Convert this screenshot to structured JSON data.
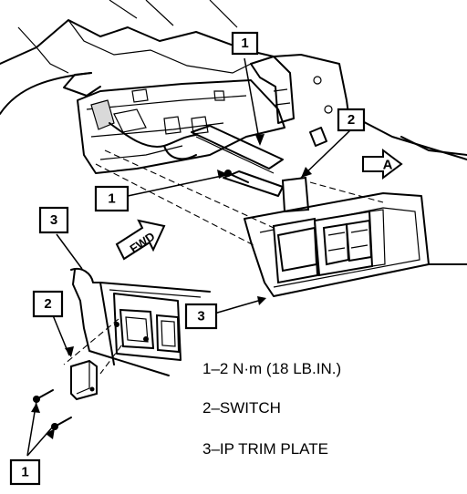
{
  "callouts": {
    "top_1": "1",
    "top_2": "2",
    "mid_1": "1",
    "left_3": "3",
    "left_2": "2",
    "right_3": "3",
    "bottom_1": "1"
  },
  "view_arrows": {
    "view_a_label": "A",
    "fwd_label": "FWD"
  },
  "legend": [
    {
      "text": "1–2 N·m (18 LB.IN.)"
    },
    {
      "text": "2–SWITCH"
    },
    {
      "text": "3–IP TRIM PLATE"
    }
  ]
}
